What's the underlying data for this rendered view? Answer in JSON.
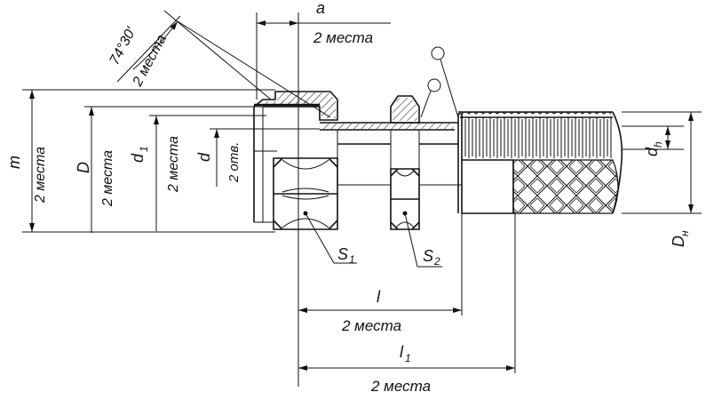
{
  "labels": {
    "a": "a",
    "a_note": "2 места",
    "angle": "74°30′",
    "angle_note": "2 места",
    "m": "m",
    "m_note": "2 места",
    "D": "D",
    "D_note": "2 места",
    "d1": "d",
    "d1_sub": "1",
    "d1_note": "2 места",
    "d": "d",
    "d_note": "2 отв.",
    "S1": "S",
    "S1_sub": "1",
    "S2": "S",
    "S2_sub": "2",
    "l": "l",
    "l_note": "2 места",
    "l1": "l",
    "l1_sub": "1",
    "l1_note": "2 места",
    "dh": "d",
    "dh_sub": "h",
    "Dh": "D",
    "Dh_sub": "н"
  },
  "colors": {
    "ink": "#111111",
    "paper": "#ffffff"
  }
}
